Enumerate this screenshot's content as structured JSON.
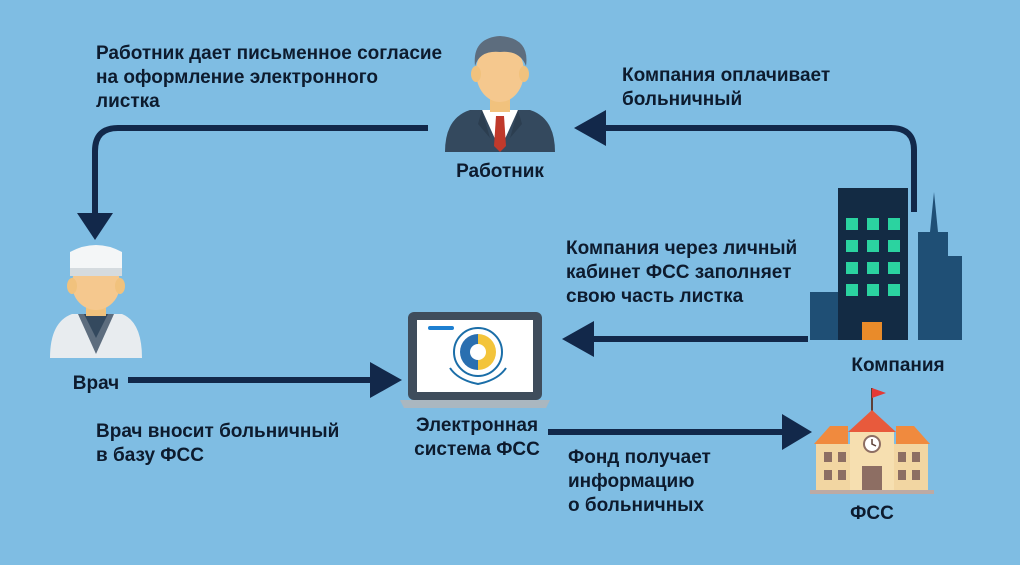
{
  "nodes": {
    "worker": "Работник",
    "doctor": "Врач",
    "company": "Компания",
    "system": [
      "Электронная",
      "система ФСС"
    ],
    "fss": "ФСС"
  },
  "steps": {
    "consent": [
      "Работник дает письменное согласие",
      "на оформление электронного",
      "листка"
    ],
    "pays": [
      "Компания оплачивает",
      "больничный"
    ],
    "fills": [
      "Компания через личный",
      "кабинет ФСС заполняет",
      "свою часть листка"
    ],
    "enters": [
      "Врач вносит больничный",
      "в базу ФСС"
    ],
    "receives": [
      "Фонд получает",
      "информацию",
      "о больничных"
    ]
  },
  "colors": {
    "background": "#7fbde3",
    "arrow": "#12284a",
    "text": "#0d1b2e"
  }
}
